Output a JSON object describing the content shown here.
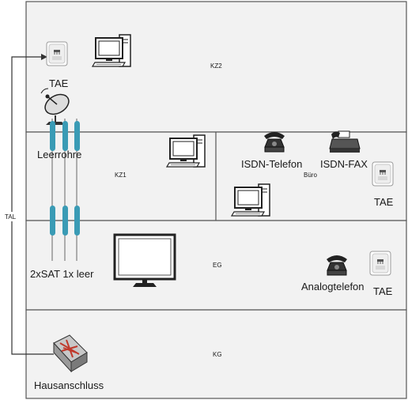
{
  "floors": {
    "kz2": "KZ2",
    "kz1": "KZ1",
    "buero": "Büro",
    "eg": "EG",
    "kg": "KG"
  },
  "labels": {
    "tae_kz2": "TAE",
    "leerrohre": "Leerrohre",
    "isdn_telefon": "ISDN-Telefon",
    "isdn_fax": "ISDN-FAX",
    "tae_buero": "TAE",
    "sat_leer": "2xSAT 1x leer",
    "analogtelefon": "Analogtelefon",
    "tae_eg": "TAE",
    "hausanschluss": "Hausanschluss",
    "tal": "TAL"
  },
  "colors": {
    "floor_fill": "#f2f2f2",
    "floor_border": "#555555",
    "conduit": "#3a9bb5",
    "line": "#333333"
  },
  "icons": {
    "tae": "tae-socket-icon",
    "computer": "desktop-computer-icon",
    "satellite": "satellite-dish-icon",
    "phone": "telephone-icon",
    "fax": "fax-machine-icon",
    "monitor": "monitor-icon",
    "router": "router-icon"
  }
}
